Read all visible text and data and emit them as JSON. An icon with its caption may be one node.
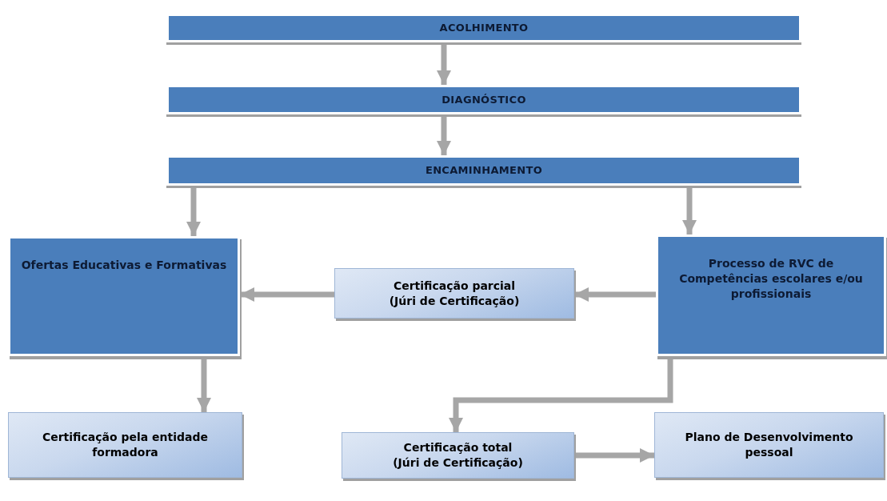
{
  "diagram": {
    "nodes": [
      {
        "text": [
          "ACOLHIMENTO"
        ]
      },
      {
        "text": [
          "DIAGNÓSTICO"
        ]
      },
      {
        "text": [
          "ENCAMINHAMENTO"
        ]
      },
      {
        "text": [
          "Ofertas Educativas e Formativas"
        ]
      },
      {
        "text": [
          "Certificação parcial",
          "(Júri de Certificação)"
        ]
      },
      {
        "text": [
          "Processo de RVC de Competências escolares e/ou profissionais"
        ]
      },
      {
        "text": [
          "Certificação pela entidade formadora"
        ]
      },
      {
        "text": [
          "Certificação total",
          "(Júri de Certificação)"
        ]
      },
      {
        "text": [
          "Plano de Desenvolvimento pessoal"
        ]
      }
    ],
    "edges": [
      {
        "from": 0,
        "to": 1,
        "arrow": "to"
      },
      {
        "from": 1,
        "to": 2,
        "arrow": "to"
      },
      {
        "from": 2,
        "to": 3,
        "arrow": "to"
      },
      {
        "from": 2,
        "to": 5,
        "arrow": "to"
      },
      {
        "from": 5,
        "to": 4,
        "arrow": "to"
      },
      {
        "from": 4,
        "to": 3,
        "arrow": "to"
      },
      {
        "from": 3,
        "to": 6,
        "arrow": "to"
      },
      {
        "from": 5,
        "to": 7,
        "arrow": "to"
      },
      {
        "from": 7,
        "to": 8,
        "arrow": "to"
      }
    ]
  }
}
